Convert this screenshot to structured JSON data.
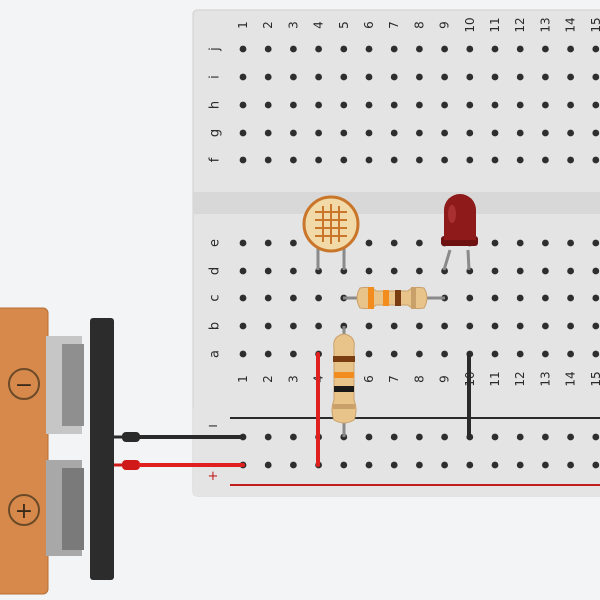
{
  "breadboard": {
    "columns_top": [
      "1",
      "2",
      "3",
      "4",
      "5",
      "6",
      "7",
      "8",
      "9",
      "10",
      "11",
      "12",
      "13",
      "14",
      "15"
    ],
    "columns_bottom": [
      "1",
      "2",
      "3",
      "4",
      "5",
      "6",
      "7",
      "8",
      "9",
      "10",
      "11",
      "12",
      "13",
      "14",
      "15"
    ],
    "rows_top": [
      "j",
      "i",
      "h",
      "g",
      "f"
    ],
    "rows_bottom": [
      "e",
      "d",
      "c",
      "b",
      "a"
    ],
    "rail_minus": "−",
    "rail_plus": "+"
  },
  "battery": {
    "minus_symbol": "−",
    "plus_symbol": "+"
  },
  "components": {
    "photoresistor": "photoresistor",
    "led": "red-led",
    "resistor_horizontal": "resistor",
    "resistor_vertical": "resistor"
  },
  "colors": {
    "board": "#e4e4e4",
    "hole": "#2e2e2e",
    "wire_red": "#e0201f",
    "wire_black": "#2a2a2a",
    "battery_body": "#d6894a",
    "led": "#8e1a1a",
    "resistor_body": "#e8c38a"
  }
}
